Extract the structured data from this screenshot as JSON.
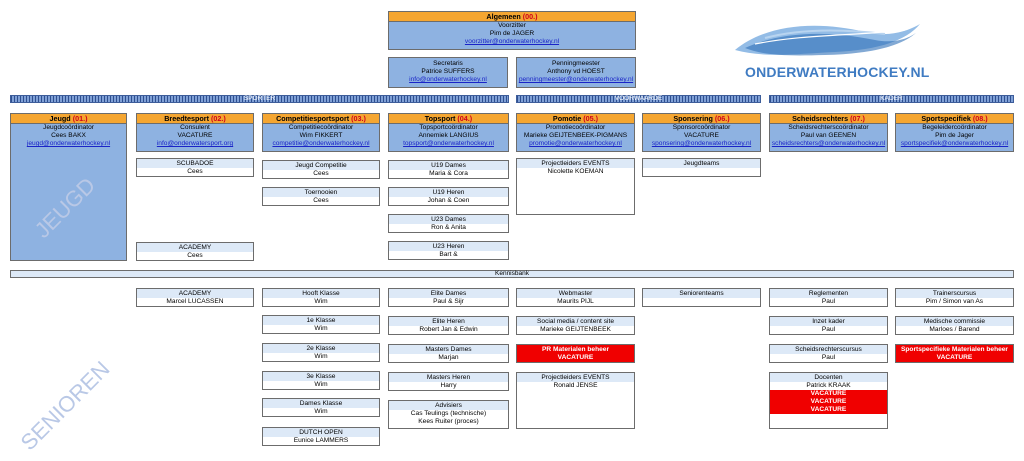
{
  "top": {
    "algemeen": {
      "title": "Algemeen",
      "num": "(00.)",
      "role": "Voorzitter",
      "name": "Pim de JAGER",
      "email": "voorzitter@onderwaterhockey.nl"
    },
    "secretaris": {
      "role": "Secretaris",
      "name": "Patrice SUFFERS",
      "email": "info@onderwaterhockey.nl"
    },
    "penningmeester": {
      "role": "Penningmeester",
      "name": "Anthony vd HOEST",
      "email": "penningmeester@onderwaterhockey.nl"
    }
  },
  "logo": {
    "text": "ONDERWATERHOCKEY.NL"
  },
  "sections": {
    "sporter": "SPORTER",
    "voorwaarde": "VOORWAARDE",
    "kader": "KADER"
  },
  "departments": [
    {
      "title": "Jeugd",
      "num": "(01.)",
      "role": "Jeugdcoördinator",
      "name": "Cees BAKX",
      "email": "jeugd@onderwaterhockey.nl"
    },
    {
      "title": "Breedtesport",
      "num": "(02.)",
      "role": "Consulent",
      "name": "VACATURE",
      "email": "info@onderwatersport.org"
    },
    {
      "title": "Competitiesportsport",
      "num": "(03.)",
      "role": "Competitiecoördinator",
      "name": "Wim FIKKERT",
      "email": "competitie@onderwaterhockey.nl"
    },
    {
      "title": "Topsport",
      "num": "(04.)",
      "role": "Topsportcoördinator",
      "name": "Annemiek LANGIUS",
      "email": "topsport@onderwaterhockey.nl"
    },
    {
      "title": "Pomotie",
      "num": "(05.)",
      "role": "Promotiecoördinator",
      "name": "Marieke GEIJTENBEEK-PIGMANS",
      "email": "promotie@onderwaterhockey.nl"
    },
    {
      "title": "Sponsering",
      "num": "(06.)",
      "role": "Sponsorcoördinator",
      "name": "VACATURE",
      "email": "sponsering@onderwaterhockey.nl"
    },
    {
      "title": "Scheidsrechters",
      "num": "(07.)",
      "role": "Scheidsrechterscoördinator",
      "name": "Paul van GEENEN",
      "email": "scheidsrechters@onderwaterhockey.nl"
    },
    {
      "title": "Sportspecifiek",
      "num": "(08.)",
      "role": "Begeleidercoördinator",
      "name": "Pim de Jager",
      "email": "sportspecifiek@onderwaterhockey.nl"
    }
  ],
  "jeugd_items": {
    "c1": [
      {
        "title": "SCUBADOE",
        "name": "Cees"
      },
      {
        "title": "ACADEMY",
        "name": "Cees"
      }
    ],
    "c2": [
      {
        "title": "Jeugd Competitie",
        "name": "Cees"
      },
      {
        "title": "Toernooien",
        "name": "Cees"
      }
    ],
    "c3": [
      {
        "title": "U19 Dames",
        "name": "Maria & Cora"
      },
      {
        "title": "U19 Heren",
        "name": "Johan & Coen"
      },
      {
        "title": "U23 Dames",
        "name": "Ron & Anita"
      },
      {
        "title": "U23 Heren",
        "name": "Bart &"
      }
    ],
    "c4": [
      {
        "title": "Projectleiders EVENTS",
        "name": "Nicolette KOEMAN"
      }
    ],
    "c5": [
      {
        "title": "Jeugdteams",
        "name": ""
      }
    ]
  },
  "kennisbank": "Kennisbank",
  "senioren_items": {
    "c1": [
      {
        "title": "ACADEMY",
        "name": "Marcel LUCASSEN"
      }
    ],
    "c2": [
      {
        "title": "Hooft Klasse",
        "name": "Wim"
      },
      {
        "title": "1e Klasse",
        "name": "Wim"
      },
      {
        "title": "2e Klasse",
        "name": "Wim"
      },
      {
        "title": "3e Klasse",
        "name": "Wim"
      },
      {
        "title": "Dames Klasse",
        "name": "Wim"
      },
      {
        "title": "DUTCH OPEN",
        "name": "Eunice LAMMERS"
      }
    ],
    "c3": [
      {
        "title": "Elite Dames",
        "name": "Paul & Sijr"
      },
      {
        "title": "Elite Heren",
        "name": "Robert Jan & Edwin"
      },
      {
        "title": "Masters Dames",
        "name": "Marjan"
      },
      {
        "title": "Masters Heren",
        "name": "Harry"
      }
    ],
    "c3_adv": {
      "title": "Advisiers",
      "line1": "Cas Teulings (technische)",
      "line2": "Kees Ruiter (proces)"
    },
    "c4": [
      {
        "title": "Webmaster",
        "name": "Maurits PIJL"
      },
      {
        "title": "Social media / content site",
        "name": "Marieke GEIJTENBEEK"
      }
    ],
    "c4_red": {
      "line1": "PR Materialen beheer",
      "line2": "VACATURE"
    },
    "c4_last": {
      "title": "Projectleiders EVENTS",
      "name": "Ronald JENSE"
    },
    "c5": [
      {
        "title": "Seniorenteams",
        "name": ""
      }
    ],
    "c6": [
      {
        "title": "Reglementen",
        "name": "Paul"
      },
      {
        "title": "Inzet kader",
        "name": "Paul"
      },
      {
        "title": "Scheidsrechterscursus",
        "name": "Paul"
      }
    ],
    "c6_doc": {
      "title": "Docenten",
      "name": "Patrick KRAAK",
      "vac": [
        "VACATURE",
        "VACATURE",
        "VACATURE"
      ]
    },
    "c7": [
      {
        "title": "Trainerscursus",
        "name": "Pim / Simon van As"
      },
      {
        "title": "Medische commissie",
        "name": "Marloes / Barend"
      }
    ],
    "c7_red": {
      "line1": "Sportspecifieke Materialen beheer",
      "line2": "VACATURE"
    }
  },
  "watermarks": {
    "jeugd": "JEUGD",
    "senioren": "SENIOREN"
  },
  "colors": {
    "orange": "#f5a631",
    "blue": "#8eb2e1",
    "red": "#f00000",
    "link": "#1a24c8"
  }
}
